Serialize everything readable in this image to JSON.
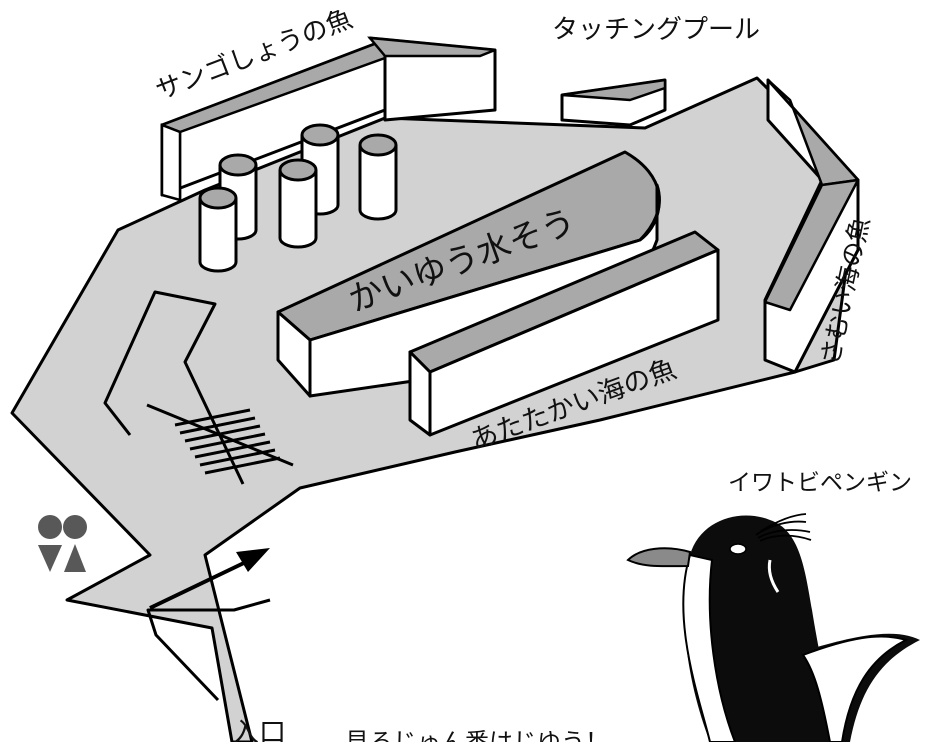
{
  "labels": {
    "coral_fish": "サンゴしょうの魚",
    "touching_pool": "タッチングプール",
    "cold_sea_fish": "さむい海の魚",
    "aquarium": "かいゆう水そう",
    "warm_sea_fish": "あたたかい海の魚",
    "penguin": "イワトビペンギン",
    "entrance": "入口",
    "free_order": "見るじゅん番はじゆう！"
  },
  "icons": {
    "restroom": "restroom-icon",
    "route_arrow": "route-arrow-icon",
    "penguin": "rockhopper-penguin-illustration"
  },
  "colors": {
    "floor": "#d2d2d2",
    "tank_top": "#a9a9a9",
    "outline": "#000000",
    "penguin_body": "#0c0c0c",
    "beak": "#8a8a8a"
  }
}
